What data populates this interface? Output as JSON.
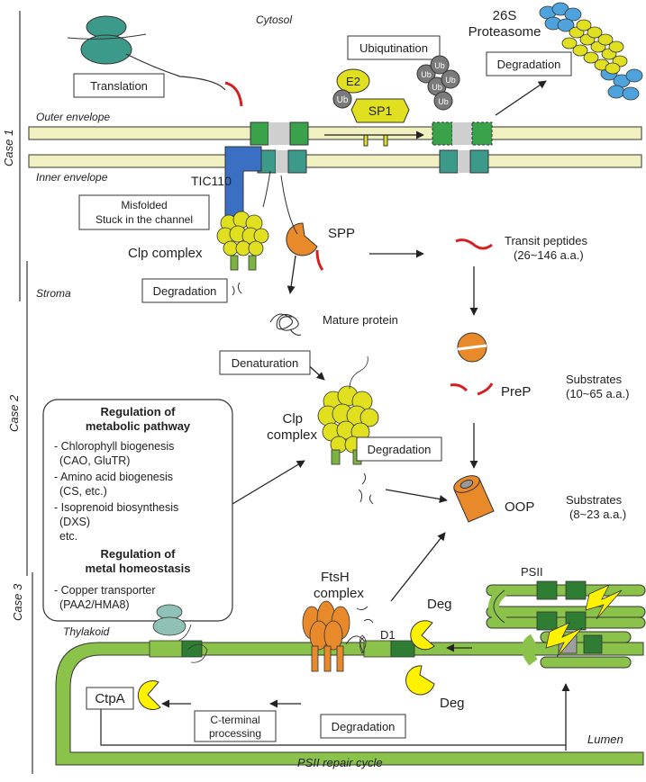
{
  "cases": {
    "case1": "Case 1",
    "case2": "Case 2",
    "case3": "Case 3"
  },
  "locations": {
    "cytosol": "Cytosol",
    "outer_envelope": "Outer envelope",
    "inner_envelope": "Inner envelope",
    "stroma": "Stroma",
    "thylakoid": "Thylakoid",
    "lumen": "Lumen"
  },
  "case1": {
    "translation": "Translation",
    "ubiquitination": "Ubiqutination",
    "e2": "E2",
    "ub": "Ub",
    "sp1": "SP1",
    "proteasome_line1": "26S",
    "proteasome_line2": "Proteasome",
    "degradation": "Degradation",
    "tic110": "TIC110",
    "misfolded_line1": "Misfolded",
    "misfolded_line2": "Stuck in the channel",
    "clp_complex": "Clp complex",
    "degradation2": "Degradation",
    "spp": "SPP",
    "transit_line1": "Transit peptides",
    "transit_line2": "(26~146 a.a.)"
  },
  "case2": {
    "mature_protein": "Mature protein",
    "denaturation": "Denaturation",
    "clp_line1": "Clp",
    "clp_line2": "complex",
    "degradation": "Degradation",
    "prep": "PreP",
    "prep_sub_line1": "Substrates",
    "prep_sub_line2": "(10~65 a.a.)",
    "oop": "OOP",
    "oop_sub_line1": "Substrates",
    "oop_sub_line2": "(8~23 a.a.)",
    "box": {
      "heading1_line1": "Regulation of",
      "heading1_line2": "metabolic pathway",
      "items": [
        "- Chlorophyll biogenesis",
        "(CAO, GluTR)",
        "- Amino acid biogenesis",
        "(CS, etc.)",
        "- Isoprenoid biosynthesis",
        "(DXS)",
        "etc."
      ],
      "heading2_line1": "Regulation of",
      "heading2_line2": "metal homeostasis",
      "items2": [
        "- Copper transporter",
        "(PAA2/HMA8)"
      ]
    }
  },
  "case3": {
    "ftsh_line1": "FtsH",
    "ftsh_line2": "complex",
    "psii": "PSII",
    "deg": "Deg",
    "d1": "D1",
    "ctpa": "CtpA",
    "cterm_line1": "C-terminal",
    "cterm_line2": "processing",
    "degradation": "Degradation",
    "repair_cycle": "PSII repair cycle"
  },
  "colors": {
    "membrane": "#f0f0c0",
    "clp_yellow": "#e0e020",
    "clp_green": "#7cb342",
    "orange": "#e8892a",
    "proteasome_blue": "#4ea3dc",
    "ub_grey": "#7a7a7a",
    "tic110_blue": "#3a6fc4",
    "thylakoid_green": "#8bc34a"
  }
}
